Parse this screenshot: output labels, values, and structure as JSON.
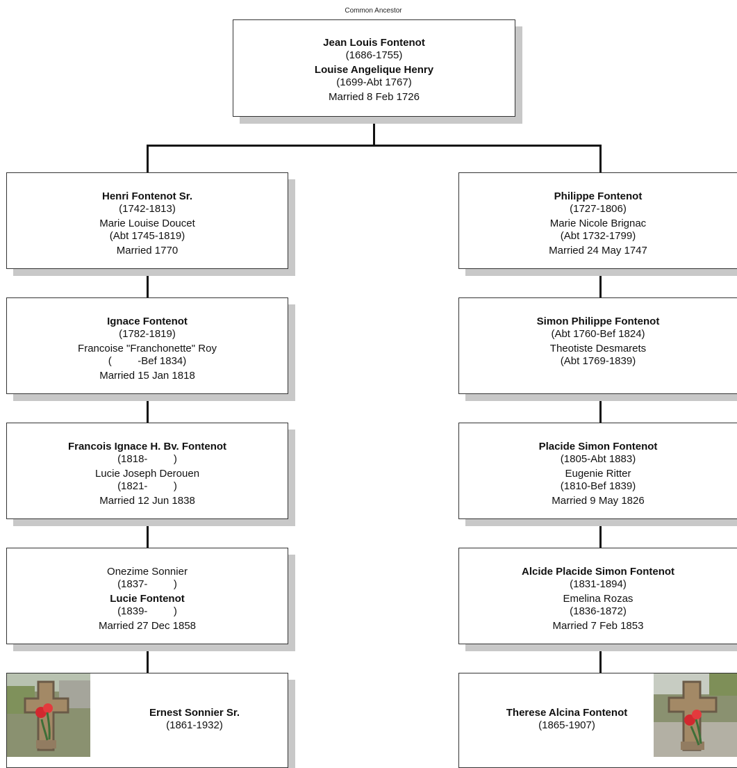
{
  "header": {
    "caption": "Common Ancestor"
  },
  "ancestor": {
    "husband": "Jean Louis Fontenot",
    "husband_dates": "(1686-1755)",
    "wife": "Louise Angelique Henry",
    "wife_dates": "(1699-Abt 1767)",
    "marriage": "Married 8 Feb 1726"
  },
  "left": [
    {
      "person1": "Henri Fontenot Sr.",
      "dates1": "(1742-1813)",
      "person2": "Marie Louise Doucet",
      "dates2": "(Abt 1745-1819)",
      "marriage": "Married 1770"
    },
    {
      "person1": "Ignace Fontenot",
      "dates1": "(1782-1819)",
      "person2": "Francoise \"Franchonette\" Roy",
      "dates2": "(         -Bef 1834)",
      "marriage": "Married 15 Jan 1818"
    },
    {
      "person1": "Francois Ignace H. Bv. Fontenot",
      "dates1": "(1818-         )",
      "person2": "Lucie Joseph Derouen",
      "dates2": "(1821-         )",
      "marriage": "Married 12 Jun 1838"
    },
    {
      "person1": "Onezime Sonnier",
      "dates1": "(1837-         )",
      "person2": "Lucie Fontenot",
      "dates2": "(1839-         )",
      "marriage": "Married 27 Dec 1858"
    }
  ],
  "right": [
    {
      "person1": "Philippe Fontenot",
      "dates1": "(1727-1806)",
      "person2": "Marie Nicole Brignac",
      "dates2": "(Abt 1732-1799)",
      "marriage": "Married 24 May 1747"
    },
    {
      "person1": "Simon Philippe Fontenot",
      "dates1": "(Abt 1760-Bef 1824)",
      "person2": "Theotiste Desmarets",
      "dates2": "(Abt 1769-1839)",
      "marriage": ""
    },
    {
      "person1": "Placide Simon Fontenot",
      "dates1": "(1805-Abt 1883)",
      "person2": "Eugenie Ritter",
      "dates2": "(1810-Bef 1839)",
      "marriage": "Married 9 May 1826"
    },
    {
      "person1": "Alcide Placide Simon Fontenot",
      "dates1": "(1831-1894)",
      "person2": "Emelina Rozas",
      "dates2": "(1836-1872)",
      "marriage": "Married 7 Feb 1853"
    }
  ],
  "descendants": {
    "left": {
      "name": "Ernest Sonnier Sr.",
      "dates": "(1861-1932)",
      "photo_icon": "grave-cross-photo"
    },
    "right": {
      "name": "Therese Alcina Fontenot",
      "dates": "(1865-1907)",
      "photo_icon": "grave-cross-photo"
    }
  },
  "colors": {
    "border": "#333333",
    "shadow": "#c8c8c8",
    "connector": "#111111"
  }
}
